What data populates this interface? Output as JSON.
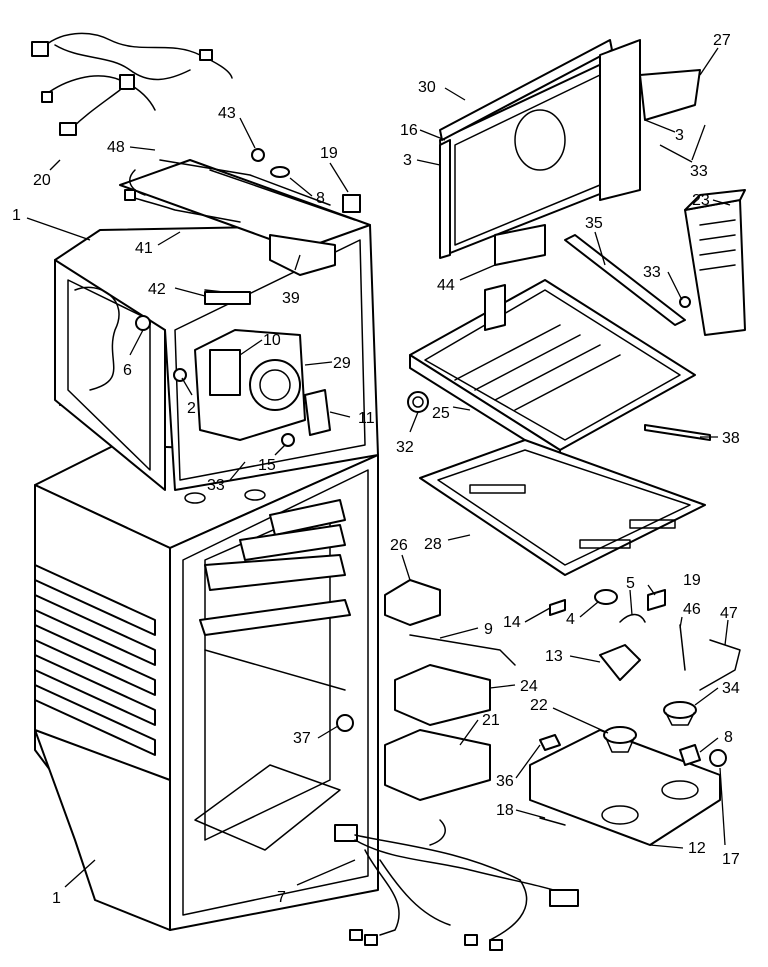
{
  "callouts": {
    "c1a": "1",
    "c1b": "1",
    "c2": "2",
    "c3a": "3",
    "c3b": "3",
    "c4": "4",
    "c5": "5",
    "c6": "6",
    "c7": "7",
    "c8a": "8",
    "c8b": "8",
    "c9": "9",
    "c10": "10",
    "c11": "11",
    "c12": "12",
    "c13": "13",
    "c14": "14",
    "c15": "15",
    "c16": "16",
    "c17": "17",
    "c18": "18",
    "c19a": "19",
    "c19b": "19",
    "c20": "20",
    "c21": "21",
    "c22": "22",
    "c23": "23",
    "c24": "24",
    "c25": "25",
    "c26": "26",
    "c27": "27",
    "c28": "28",
    "c29": "29",
    "c30": "30",
    "c32": "32",
    "c33a": "33",
    "c33b": "33",
    "c33c": "33",
    "c34": "34",
    "c35": "35",
    "c36": "36",
    "c37": "37",
    "c38": "38",
    "c39": "39",
    "c41": "41",
    "c42": "42",
    "c43": "43",
    "c44": "44",
    "c46": "46",
    "c47": "47",
    "c48": "48"
  },
  "colors": {
    "ink": "#000000",
    "paper": "#ffffff"
  }
}
